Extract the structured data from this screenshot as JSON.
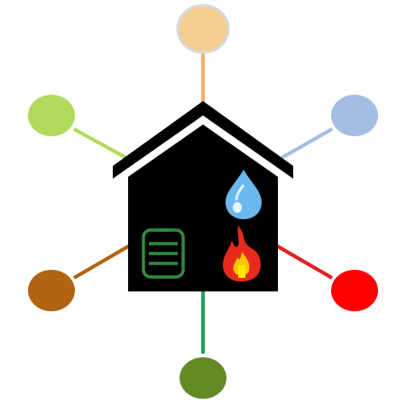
{
  "diagram": {
    "hub": {
      "icon": "house-icon",
      "color": "#000000",
      "inner_icons": [
        {
          "name": "lightning-icon",
          "color": "#F0C27A"
        },
        {
          "name": "water-drop-icon",
          "color": "#6BB8F0"
        },
        {
          "name": "battery-icon",
          "color": "#2E8B3E"
        },
        {
          "name": "fire-icon",
          "color": "#E82A1E"
        }
      ]
    },
    "nodes": [
      {
        "id": "top",
        "color": "#F5CF8F",
        "line_color": "#F4B06A",
        "border": "#D8D8D8"
      },
      {
        "id": "top-right",
        "color": "#A4BEE3",
        "line_color": "#A4BEE3",
        "border": ""
      },
      {
        "id": "bottom-right",
        "color": "#FF0000",
        "line_color": "#E32020",
        "border": ""
      },
      {
        "id": "bottom",
        "color": "#638A25",
        "line_color": "#1FA35C",
        "border": ""
      },
      {
        "id": "bottom-left",
        "color": "#B16414",
        "line_color": "#B16414",
        "border": ""
      },
      {
        "id": "top-left",
        "color": "#B1DA5C",
        "line_color": "#B1DA5C",
        "border": ""
      }
    ]
  }
}
